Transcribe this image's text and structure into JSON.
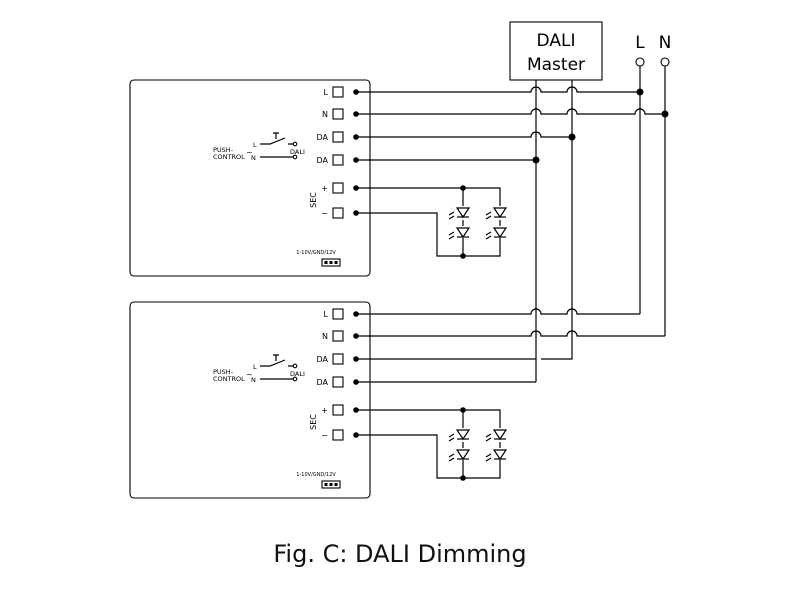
{
  "master": {
    "line1": "DALI",
    "line2": "Master"
  },
  "mains": {
    "L": "L",
    "N": "N"
  },
  "driver": {
    "terminals": [
      "L",
      "N",
      "DA",
      "DA"
    ],
    "push_label_1": "PUSH-",
    "push_label_2": "CONTROL",
    "tilde": "~",
    "switch_L": "L",
    "switch_N": "N",
    "switch_dali": "DALI",
    "sec": "SEC",
    "plus": "+",
    "minus": "−",
    "dim_label": "1-10V/GND/12V"
  },
  "caption": "Fig. C: DALI Dimming"
}
